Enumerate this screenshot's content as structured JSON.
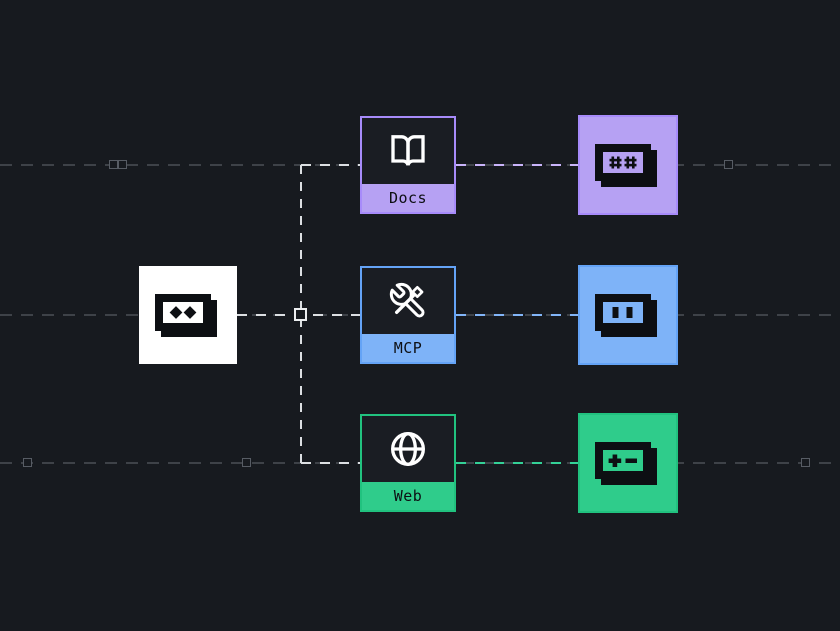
{
  "canvas": {
    "background": "#171a1f",
    "grid_line_color": "#3e4248",
    "bright_connector_color": "#dcdfe2"
  },
  "agent": {
    "icon": "bot-face-diamond-eyes-icon",
    "fill": "#ffffff"
  },
  "sources": [
    {
      "id": "docs",
      "label": "Docs",
      "icon": "book-open-icon",
      "accent": "#b6a1f3",
      "border": "#a78bfa",
      "dash_color": "#c9b4fa"
    },
    {
      "id": "mcp",
      "label": "MCP",
      "icon": "tools-icon",
      "accent": "#7eb3f8",
      "border": "#64a3f6",
      "dash_color": "#82b5f8"
    },
    {
      "id": "web",
      "label": "Web",
      "icon": "globe-icon",
      "accent": "#2fcc8b",
      "border": "#21c27f",
      "dash_color": "#34d197"
    }
  ],
  "outputs": [
    {
      "id": "output-docs",
      "icon": "bot-face-hash-eyes-icon",
      "eyes": "# #",
      "accent": "#b6a1f3"
    },
    {
      "id": "output-mcp",
      "icon": "bot-face-bar-eyes-icon",
      "eyes": "| |",
      "accent": "#7eb3f8"
    },
    {
      "id": "output-web",
      "icon": "bot-face-plus-minus-icon",
      "eyes": "+ -",
      "accent": "#2fcc8b"
    }
  ]
}
